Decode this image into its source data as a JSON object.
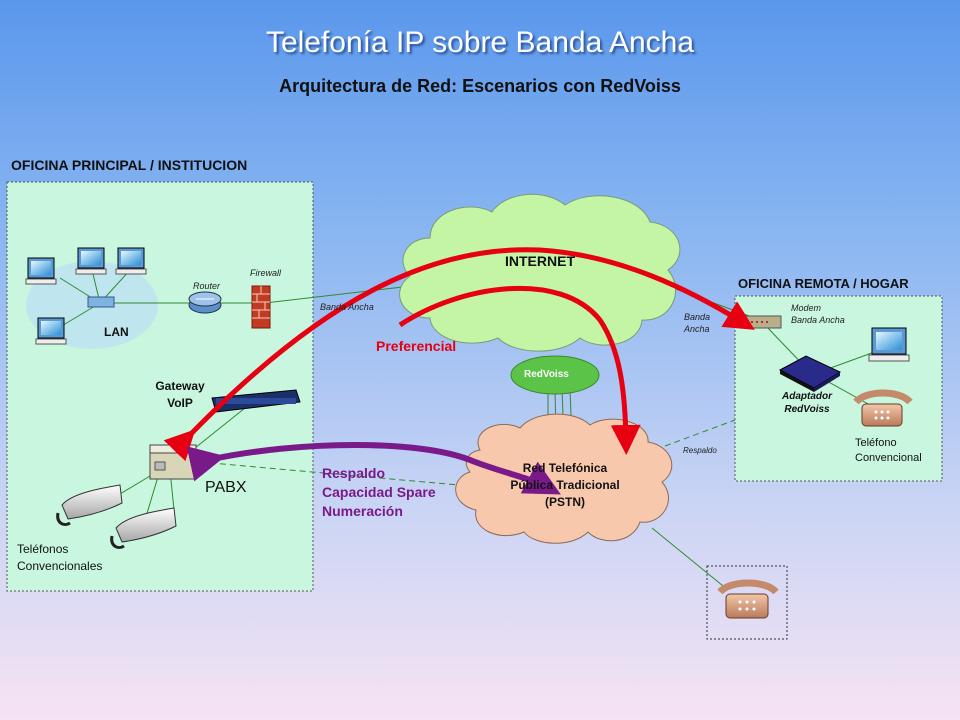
{
  "title": "Telefonía IP sobre Banda Ancha",
  "subtitle": "Arquitectura de Red: Escenarios con RedVoiss",
  "main_office": {
    "heading": "OFICINA PRINCIPAL / INSTITUCION",
    "lan": "LAN",
    "router": "Router",
    "firewall": "Firewall",
    "gateway": "Gateway\nVoIP",
    "pabx": "PABX",
    "phones": "Teléfonos\nConvencionales"
  },
  "remote_office": {
    "heading": "OFICINA REMOTA / HOGAR",
    "modem": "Modem\nBanda Ancha",
    "adapter": "Adaptador\nRedVoiss",
    "phone": "Teléfono\nConvencional"
  },
  "network": {
    "internet": "INTERNET",
    "redvoiss": "RedVoiss",
    "pstn": "Red Telefónica\nPública Tradicional\n(PSTN)",
    "broadband_left": "Banda Ancha",
    "broadband_right": "Banda\nAncha",
    "backup_small": "Respaldo"
  },
  "paths": {
    "preferential": "Preferencial",
    "backup_lines": [
      "Respaldo",
      "Capacidad Spare",
      "Numeración"
    ]
  },
  "colors": {
    "internet_cloud": "#c3f5a5",
    "pstn_cloud": "#f8c8ad",
    "redvoiss_oval": "#5ac348",
    "lan_oval": "#bfe6ee",
    "preferential_arrow": "#e60012",
    "backup_arrow": "#7a1a8a"
  }
}
